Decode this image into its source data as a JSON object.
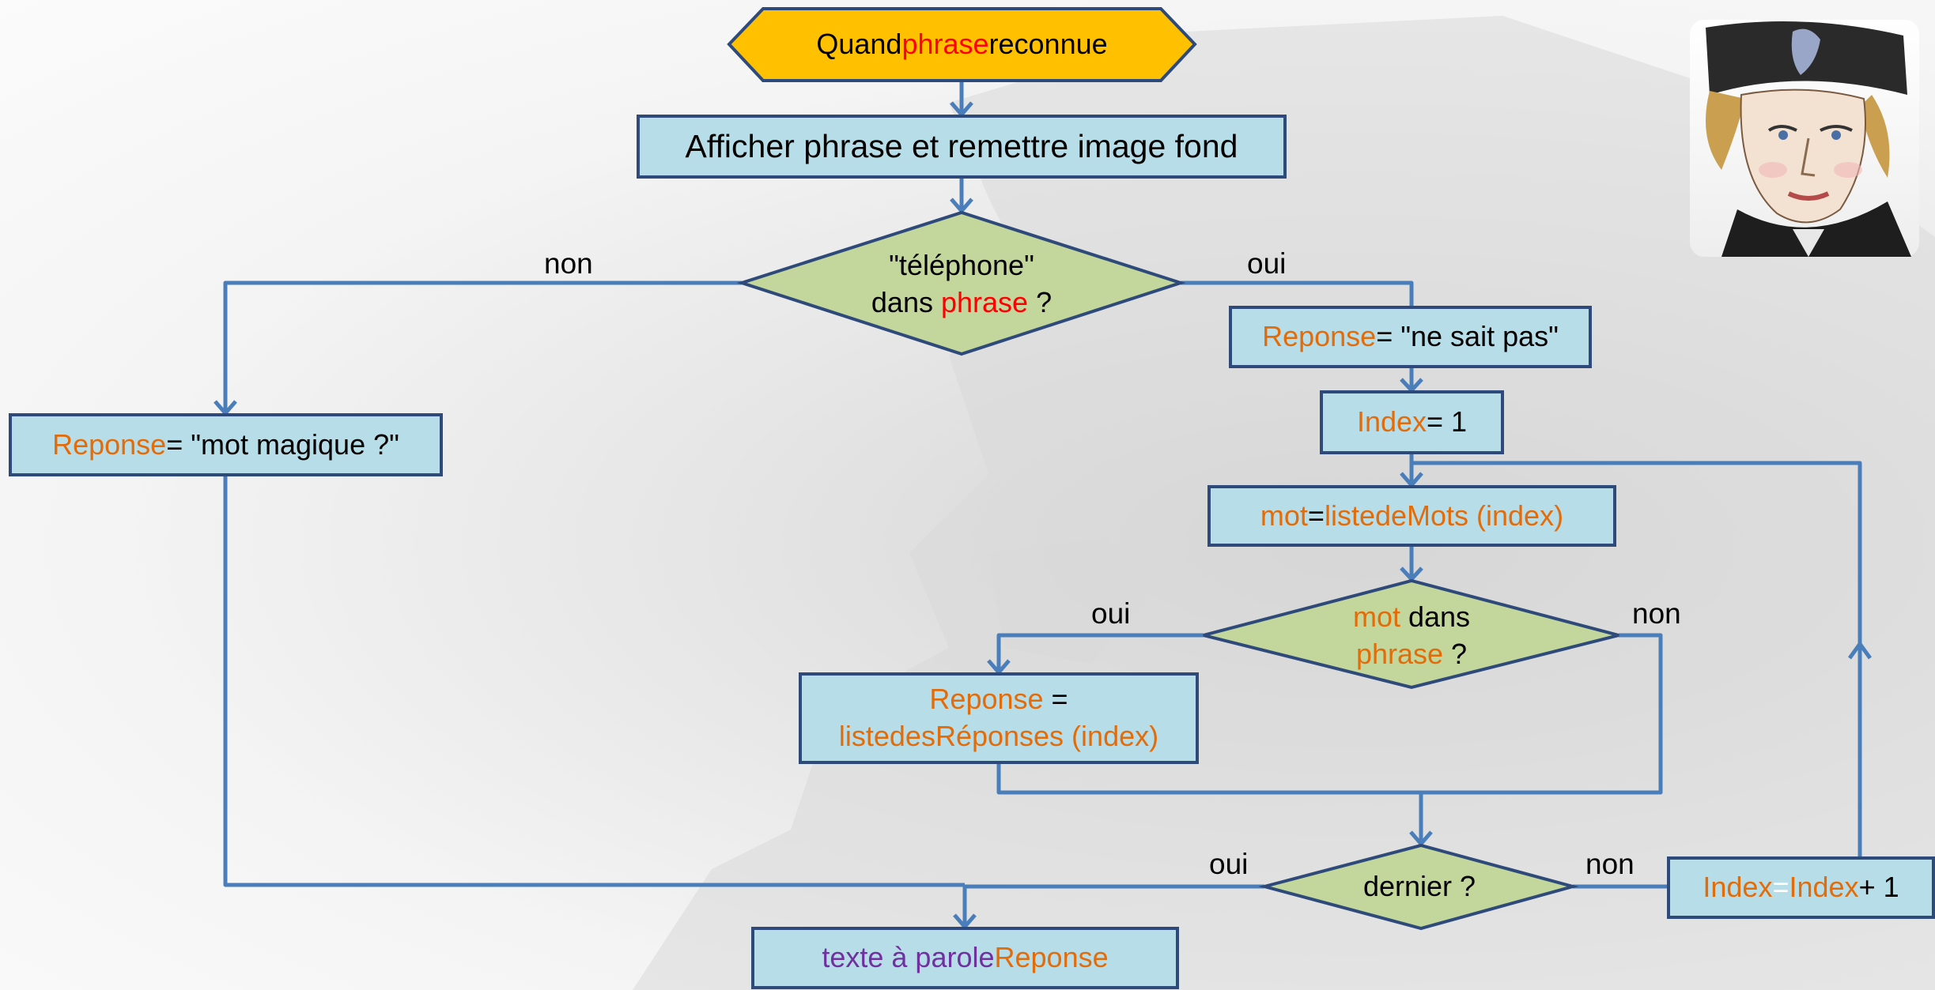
{
  "nodes": {
    "start": {
      "a": "Quand ",
      "var": "phrase",
      "b": " reconnue"
    },
    "afficher": {
      "text": "Afficher phrase et remettre image fond"
    },
    "test_telephone": {
      "line1": "\"téléphone\"",
      "line2a": "dans ",
      "line2var": "phrase",
      "line2b": " ?"
    },
    "reponse_nsp": {
      "var": "Reponse",
      "rest": " = \"ne sait pas\""
    },
    "index_init": {
      "var": "Index",
      "rest": " = 1"
    },
    "reponse_magique": {
      "var": "Reponse",
      "rest": " = \"mot magique ?\""
    },
    "mot_assign": {
      "var": "mot",
      "eq": " = ",
      "fn": "listedeMots (index)"
    },
    "test_mot": {
      "var1": "mot",
      "rest1": " dans",
      "var2": "phrase",
      "rest2": " ?"
    },
    "reponse_liste": {
      "line1var": "Reponse",
      "line1rest": " =",
      "line2": "listedesRéponses (index)"
    },
    "test_dernier": {
      "text": "dernier ?"
    },
    "index_incr": {
      "var1": "Index",
      "eq": " = ",
      "var2": "Index",
      "rest": " + 1"
    },
    "tts": {
      "a": "texte à parole ",
      "var": "Reponse"
    }
  },
  "edge_labels": {
    "tel_no": "non",
    "tel_yes": "oui",
    "mot_yes": "oui",
    "mot_no": "non",
    "dernier_yes": "oui",
    "dernier_no": "non"
  },
  "colors": {
    "start_fill": "#ffc000",
    "process_fill": "#b7dde8",
    "decision_fill": "#c3d69b",
    "border": "#2e4a7a",
    "arrow": "#4a7ebb",
    "variable": "#e36c09",
    "highlight": "#ff0000",
    "function": "#7030a0"
  }
}
